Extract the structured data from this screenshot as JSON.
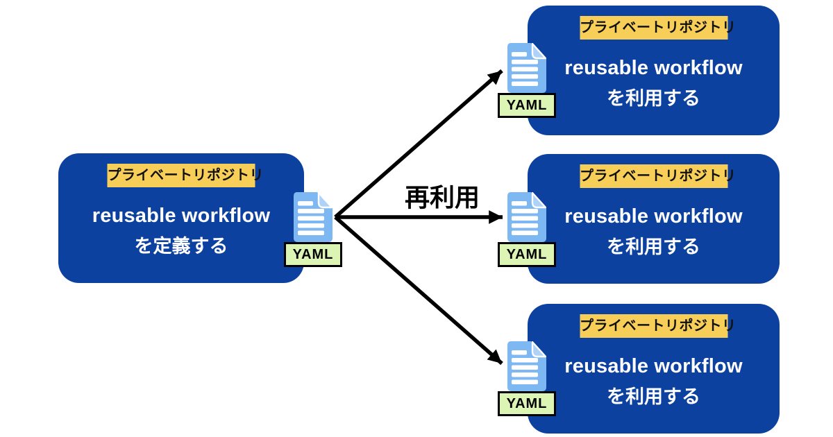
{
  "colors": {
    "box_blue": "#0D41A0",
    "badge_yellow": "#F6CE58",
    "badge_text": "#111111",
    "doc_body": "#7EB8F3",
    "doc_fold": "#AFD2F8",
    "yaml_bg": "#DCF5B4",
    "yaml_border": "#000000",
    "arrow_black": "#000000",
    "box_text": "#FFFFFF",
    "canvas_bg": "#FFFFFF"
  },
  "source_node": {
    "badge": "プライベートリポジトリ",
    "title_line1": "reusable workflow",
    "title_line2": "を定義する",
    "file_label": "YAML"
  },
  "target_nodes": [
    {
      "badge": "プライベートリポジトリ",
      "title_line1": "reusable workflow",
      "title_line2": "を利用する",
      "file_label": "YAML"
    },
    {
      "badge": "プライベートリポジトリ",
      "title_line1": "reusable workflow",
      "title_line2": "を利用する",
      "file_label": "YAML"
    },
    {
      "badge": "プライベートリポジトリ",
      "title_line1": "reusable workflow",
      "title_line2": "を利用する",
      "file_label": "YAML"
    }
  ],
  "arrow_label": "再利用"
}
